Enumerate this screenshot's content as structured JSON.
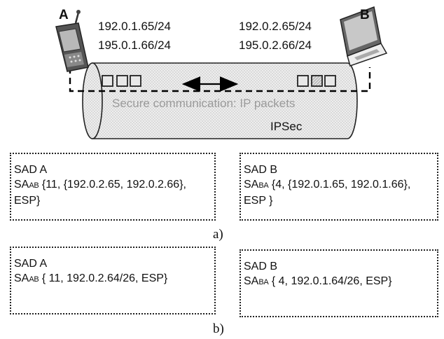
{
  "top": {
    "host_a": {
      "label": "A",
      "addr1": "192.0.1.65/24",
      "addr2": "195.0.1.66/24"
    },
    "host_b": {
      "label": "B",
      "addr1": "192.0.2.65/24",
      "addr2": "195.0.2.66/24"
    },
    "tunnel_text": "Secure communication: IP packets",
    "tunnel_label": "IPSec"
  },
  "part_a": {
    "sad_a": {
      "title": "SAD A",
      "sa_prefix": "SA",
      "sa_sub": "AB",
      "sa_rest": " {11, {192.0.2.65,  192.0.2.66},",
      "line3": "ESP}"
    },
    "sad_b": {
      "title": "SAD B",
      "sa_prefix": "SA",
      "sa_sub": "BA",
      "sa_rest": " {4,  {192.0.1.65,  192.0.1.66},",
      "line3": "ESP }"
    },
    "caption": "a)"
  },
  "part_b": {
    "sad_a": {
      "title": "SAD A",
      "sa_prefix": "SA",
      "sa_sub": "AB",
      "sa_rest": " { 11, 192.0.2.64/26, ESP}"
    },
    "sad_b": {
      "title": "SAD B",
      "sa_prefix": "SA",
      "sa_sub": "BA",
      "sa_rest": " { 4, 192.0.1.64/26, ESP}"
    },
    "caption": "b)"
  }
}
